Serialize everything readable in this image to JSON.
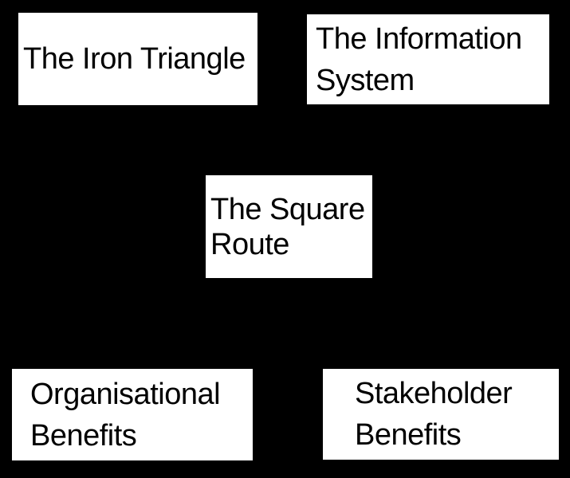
{
  "diagram": {
    "colors": {
      "background": "#000000",
      "box_fill": "#ffffff",
      "box_text": "#000000"
    },
    "boxes": [
      {
        "name": "the-iron-triangle",
        "lines": [
          "The Iron Triangle"
        ]
      },
      {
        "name": "the-information-system",
        "lines": [
          "The Information",
          "System"
        ]
      },
      {
        "name": "the-square-route",
        "lines": [
          "The Square",
          "Route"
        ]
      },
      {
        "name": "organisational-benefits",
        "lines": [
          "Organisational",
          "Benefits"
        ]
      },
      {
        "name": "stakeholder-benefits",
        "lines": [
          "Stakeholder",
          "Benefits"
        ]
      }
    ]
  }
}
